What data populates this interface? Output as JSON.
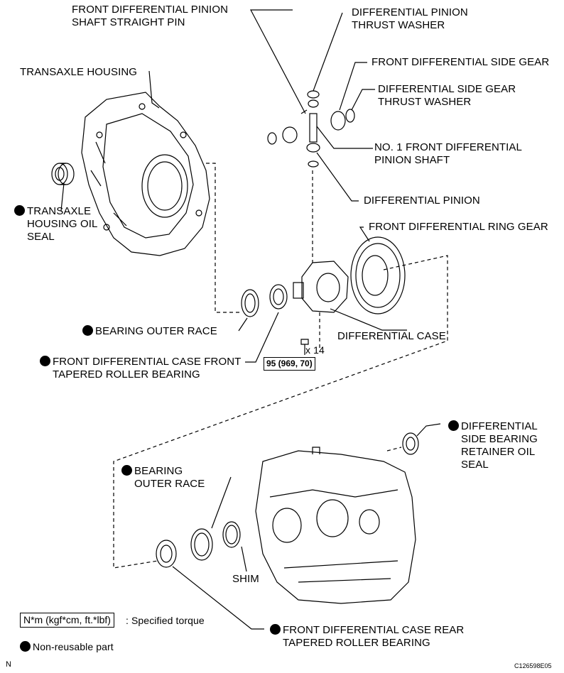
{
  "labels": {
    "pin_l1": "FRONT DIFFERENTIAL PINION",
    "pin_l2": "SHAFT STRAIGHT PIN",
    "dptw_l1": "DIFFERENTIAL PINION",
    "dptw_l2": "THRUST WASHER",
    "side_gear": "FRONT DIFFERENTIAL SIDE GEAR",
    "dsgtw_l1": "DIFFERENTIAL SIDE GEAR",
    "dsgtw_l2": "THRUST WASHER",
    "transaxle_housing": "TRANSAXLE HOUSING",
    "shaft_l1": "NO. 1 FRONT DIFFERENTIAL",
    "shaft_l2": "PINION SHAFT",
    "th_seal_l1": "TRANSAXLE",
    "th_seal_l2": "HOUSING OIL",
    "th_seal_l3": "SEAL",
    "diff_pinion": "DIFFERENTIAL PINION",
    "ring_gear": "FRONT DIFFERENTIAL RING GEAR",
    "bor1": "BEARING OUTER RACE",
    "diff_case": "DIFFERENTIAL CASE",
    "x14": "x 14",
    "ftrb_l1": "FRONT DIFFERENTIAL CASE FRONT",
    "ftrb_l2": "TAPERED ROLLER BEARING",
    "torque": "95 (969, 70)",
    "sbrs_l1": "DIFFERENTIAL",
    "sbrs_l2": "SIDE BEARING",
    "sbrs_l3": "RETAINER OIL",
    "sbrs_l4": "SEAL",
    "bor2_l1": "BEARING",
    "bor2_l2": "OUTER RACE",
    "shim": "SHIM",
    "rtrb_l1": "FRONT DIFFERENTIAL CASE REAR",
    "rtrb_l2": "TAPERED ROLLER BEARING"
  },
  "legend": {
    "torque_unit": "N*m (kgf*cm, ft.*lbf)",
    "torque_desc": ": Specified torque",
    "nonreusable": "Non-reusable part"
  },
  "corner": {
    "left": "N",
    "right": "C126598E05"
  }
}
